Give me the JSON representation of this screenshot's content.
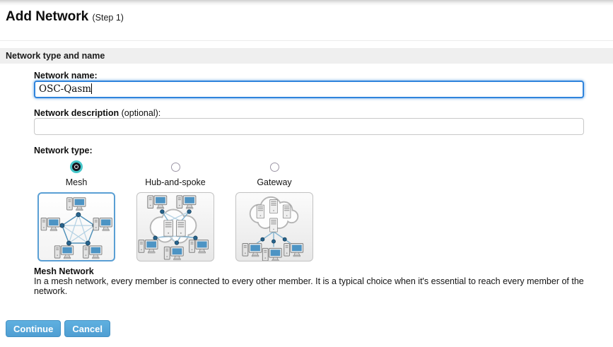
{
  "page": {
    "title": "Add Network",
    "step": "(Step 1)"
  },
  "section_header": "Network type and name",
  "form": {
    "network_name": {
      "label": "Network name:",
      "value": "OSC-Qasm"
    },
    "network_description": {
      "label": "Network description",
      "label_suffix": " (optional):",
      "value": ""
    },
    "network_type_label": "Network type:",
    "types": [
      {
        "label": "Mesh",
        "selected": true
      },
      {
        "label": "Hub-and-spoke",
        "selected": false
      },
      {
        "label": "Gateway",
        "selected": false
      }
    ],
    "selected_type_info": {
      "title": "Mesh Network",
      "description": "In a mesh network, every member is connected to every other member. It is a typical choice when it's essential to reach every member of the network."
    }
  },
  "buttons": {
    "continue": "Continue",
    "cancel": "Cancel"
  },
  "icons": {
    "mesh": "mesh-topology-diagram",
    "hub": "hub-and-spoke-topology-diagram",
    "gateway": "gateway-topology-diagram"
  },
  "colors": {
    "focus_blue": "#2f84dc",
    "button_blue": "#55a5d9",
    "radio_focus_teal": "#47c7ca",
    "section_bar": "#efefef",
    "selected_card_border": "#5a9fd4"
  }
}
